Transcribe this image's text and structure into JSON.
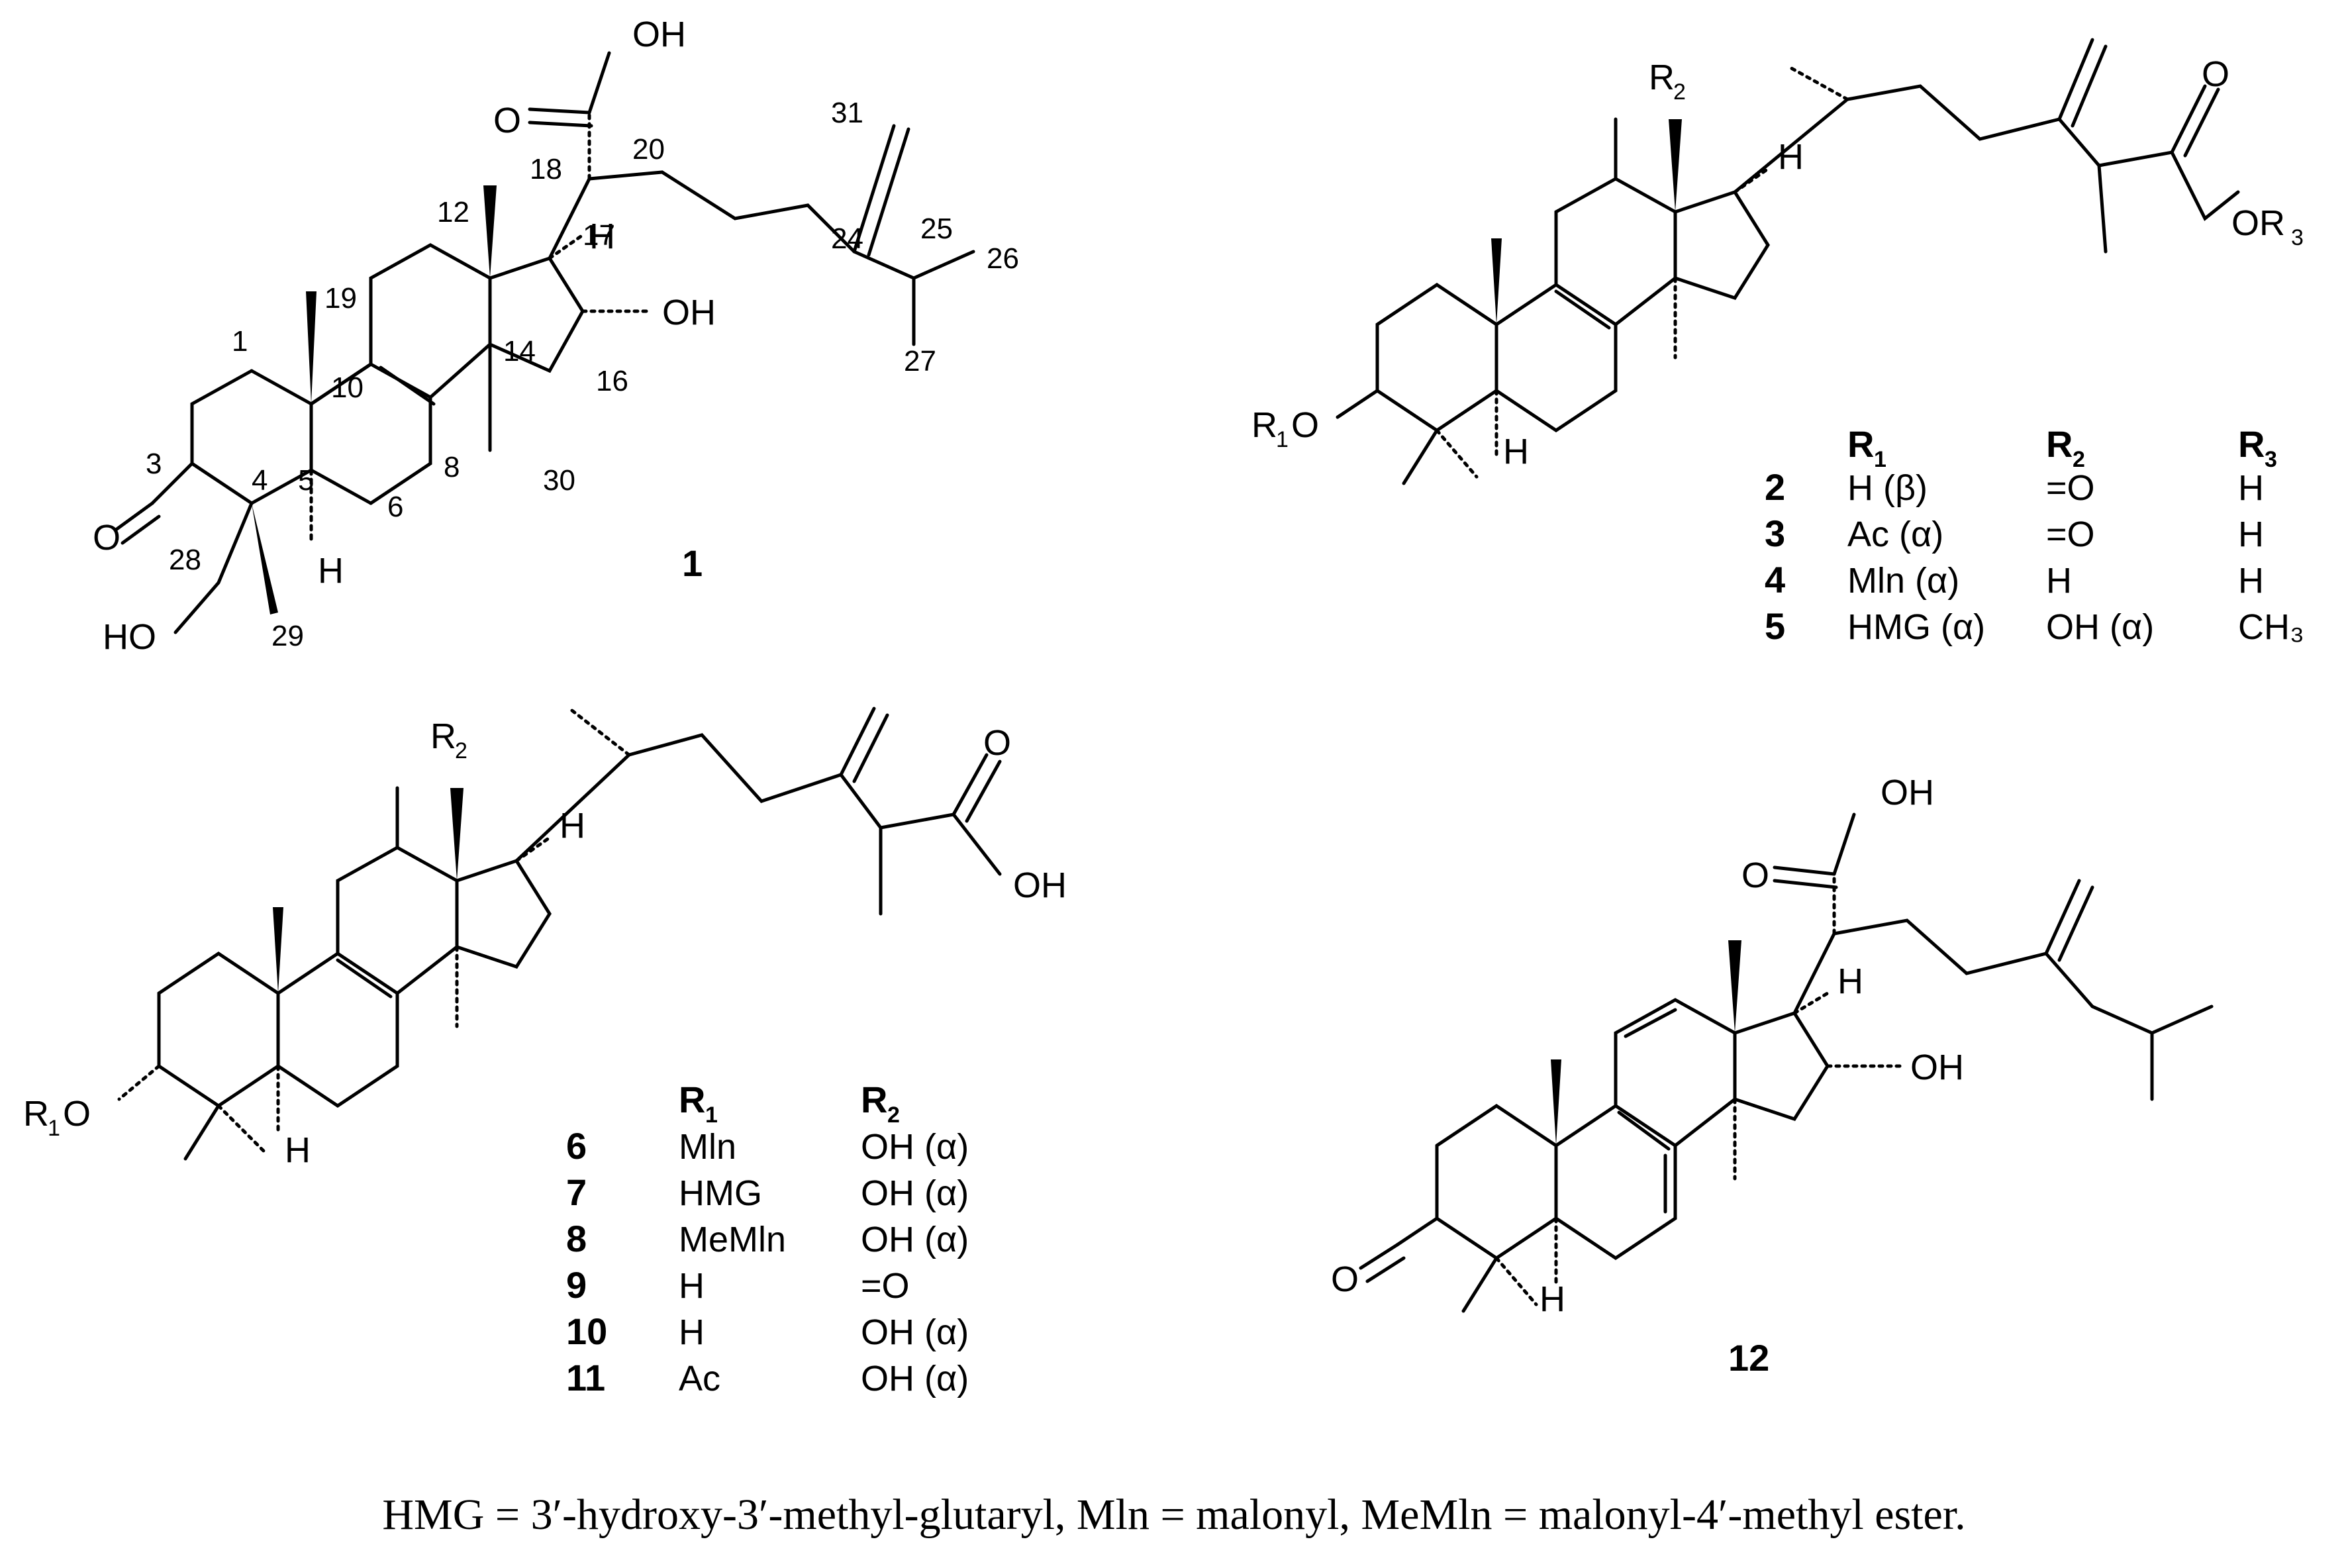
{
  "compound1": {
    "id": "1",
    "atoms": {
      "oh_top": "OH",
      "o_carbonyl": "O",
      "oh_16": "OH",
      "h_17": "H",
      "o_3": "O",
      "ho_28": "HO",
      "h_5": "H"
    },
    "numbers": [
      "31",
      "20",
      "18",
      "12",
      "17",
      "25",
      "24",
      "26",
      "19",
      "1",
      "14",
      "16",
      "27",
      "10",
      "8",
      "3",
      "4",
      "5",
      "6",
      "30",
      "28",
      "29"
    ]
  },
  "compound_2_5": {
    "atoms": {
      "r2": "R",
      "r2_sub": "2",
      "o_carbonyl": "O",
      "or3": "OR",
      "or3_sub": "3",
      "h_17": "H",
      "r1o": "R",
      "r1o_sub": "1",
      "r1o_o": "O",
      "h_5": "H"
    },
    "table": {
      "headers": [
        "R",
        "R",
        "R"
      ],
      "header_subs": [
        "1",
        "2",
        "3"
      ],
      "rows": [
        {
          "id": "2",
          "r1": "H (β)",
          "r2": "=O",
          "r3": "H"
        },
        {
          "id": "3",
          "r1": "Ac (α)",
          "r2": "=O",
          "r3": "H"
        },
        {
          "id": "4",
          "r1": "Mln (α)",
          "r2": "H",
          "r3": "H"
        },
        {
          "id": "5",
          "r1": "HMG (α)",
          "r2": "OH (α)",
          "r3": "CH₃"
        }
      ]
    }
  },
  "compound_6_11": {
    "atoms": {
      "r2": "R",
      "r2_sub": "2",
      "o_carbonyl": "O",
      "oh_acid": "OH",
      "h_17": "H",
      "r1o": "R",
      "r1o_sub": "1",
      "r1o_o": "O",
      "h_5": "H"
    },
    "table": {
      "headers": [
        "R",
        "R"
      ],
      "header_subs": [
        "1",
        "2"
      ],
      "rows": [
        {
          "id": "6",
          "r1": "Mln",
          "r2": "OH (α)"
        },
        {
          "id": "7",
          "r1": "HMG",
          "r2": "OH (α)"
        },
        {
          "id": "8",
          "r1": "MeMln",
          "r2": "OH (α)"
        },
        {
          "id": "9",
          "r1": "H",
          "r2": "=O"
        },
        {
          "id": "10",
          "r1": "H",
          "r2": "OH (α)"
        },
        {
          "id": "11",
          "r1": "Ac",
          "r2": "OH (α)"
        }
      ]
    }
  },
  "compound12": {
    "id": "12",
    "atoms": {
      "oh_top": "OH",
      "o_carbonyl": "O",
      "h_17": "H",
      "oh_16": "OH",
      "o_3": "O",
      "h_5": "H"
    }
  },
  "caption": "HMG = 3′-hydroxy-3′-methyl-glutaryl, Mln = malonyl, MeMln = malonyl-4′-methyl ester."
}
